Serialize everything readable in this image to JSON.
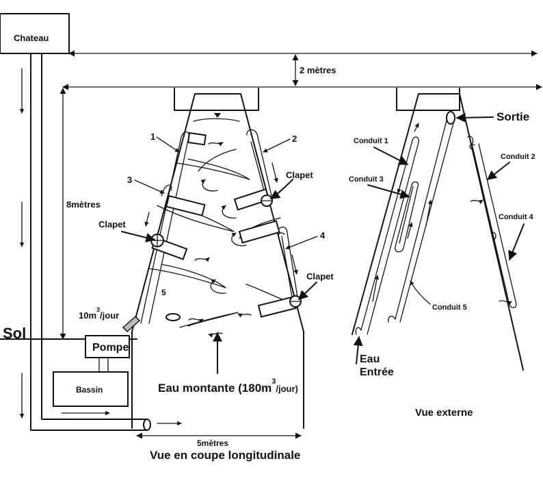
{
  "labels": {
    "chateau": "Chateau",
    "deux_metres": "2 mètres",
    "huit_metres": "8mètres",
    "sol": "Sol",
    "pompe": "Pompe",
    "bassin": "Bassin",
    "eau_montante": "Eau montante (180m",
    "eau_montante_exp": "3",
    "eau_montante_end": "/jour)",
    "dix_m": "10m",
    "dix_m_exp": "3",
    "dix_m_end": "/jour",
    "cinq_metres": "5mètres",
    "vue_coupe": "Vue en coupe longitudinale",
    "vue_externe": "Vue externe",
    "sortie": "Sortie",
    "eau": "Eau",
    "entree": "Entrée",
    "clapet": "Clapet",
    "n1": "1",
    "n2": "2",
    "n3": "3",
    "n4": "4",
    "n5": "5",
    "conduit_1": "Conduit 1",
    "conduit_2": "Conduit 2",
    "conduit_3": "Conduit 3",
    "conduit_4": "Conduit 4",
    "conduit_5": "Conduit 5"
  }
}
